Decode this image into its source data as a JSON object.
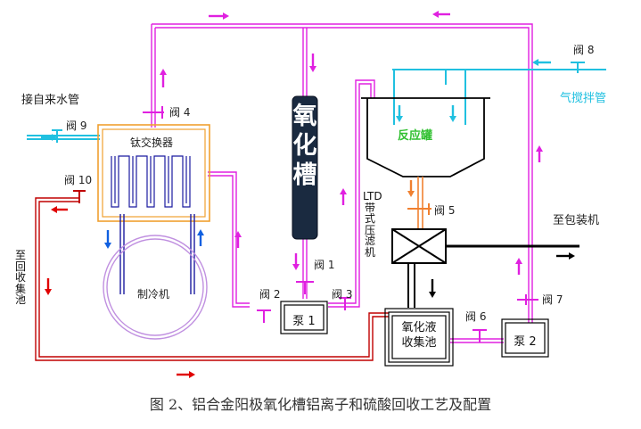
{
  "labels": {
    "water_inlet": "接自来水管",
    "valve_9": "阀 9",
    "valve_4": "阀 4",
    "valve_10": "阀 10",
    "titanium_hx": "钛交换器",
    "chiller": "制冷机",
    "to_collection_pool": "至回收集池",
    "valve_8": "阀 8",
    "air_stir_pipe": "气搅拌管",
    "reactor": "反应罐",
    "oxidation_tank": "氧化槽",
    "ltd_press": "LTD带式压滤机",
    "valve_5": "阀 5",
    "to_packing": "至包装机",
    "valve_1": "阀 1",
    "valve_2": "阀 2",
    "valve_3": "阀 3",
    "pump_1": "泵 1",
    "oxidation_liquid_pool": "氧化液收集池",
    "valve_6": "阀 6",
    "pump_2": "泵 2",
    "valve_7": "阀 7"
  },
  "caption": "图 2、铝合金阳极氧化槽铝离子和硫酸回收工艺及配置",
  "colors": {
    "acid_line": "#e020e0",
    "water_line": "#20c0e0",
    "return_line": "#c00000",
    "product_line": "#000000",
    "sludge_line": "#f08030",
    "hx_border": "#f0a030",
    "coil": "#1a1aa0",
    "chiller_ring": "#c090e0",
    "reactor_label": "#30c030",
    "tank_fill": "#1a2a40",
    "arrow_blue": "#1060e0"
  },
  "icons": [
    "flow-arrow-icon",
    "valve-icon",
    "pump-icon",
    "filter-press-icon"
  ]
}
